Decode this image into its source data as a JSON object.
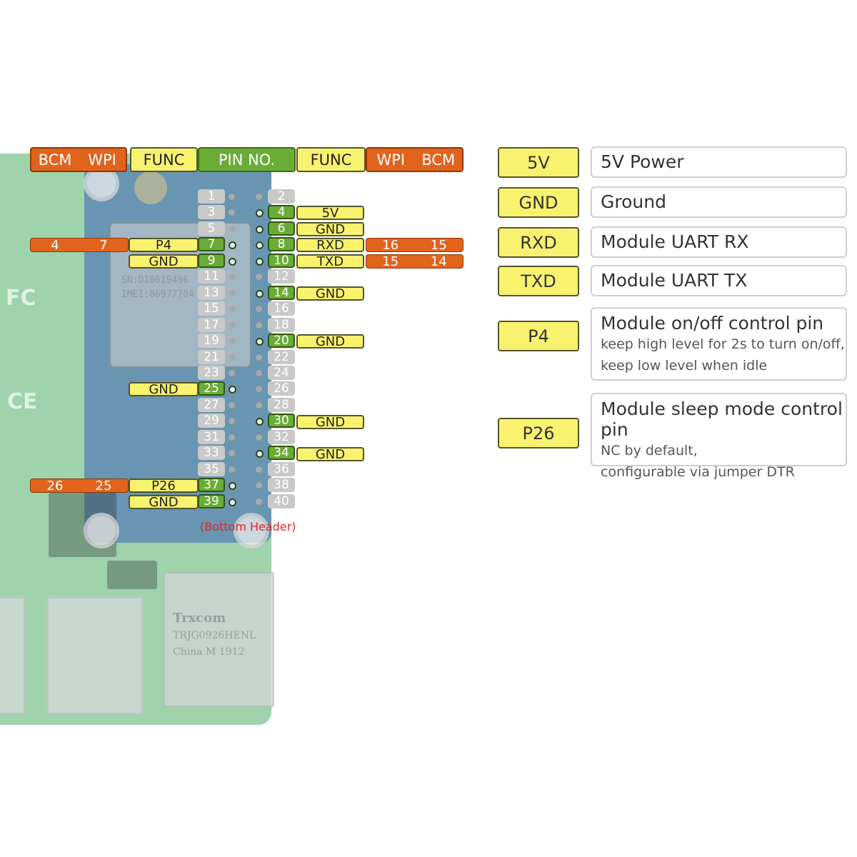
{
  "header": {
    "left_bcm": "BCM",
    "left_wpi": "WPI",
    "left_func": "FUNC",
    "pin_no": "PIN NO.",
    "right_func": "FUNC",
    "right_wpi": "WPI",
    "right_bcm": "BCM"
  },
  "pins_left": [
    "1",
    "3",
    "5",
    "7",
    "9",
    "11",
    "13",
    "15",
    "17",
    "19",
    "21",
    "23",
    "25",
    "27",
    "29",
    "31",
    "33",
    "35",
    "37",
    "39"
  ],
  "pins_right": [
    "2",
    "4",
    "6",
    "8",
    "10",
    "12",
    "14",
    "16",
    "18",
    "20",
    "22",
    "24",
    "26",
    "28",
    "30",
    "32",
    "34",
    "36",
    "38",
    "40"
  ],
  "left_labels": {
    "p4_bcm": "4",
    "p4_wpi": "7",
    "p4_func": "P4",
    "pin9_func": "GND",
    "pin25_func": "GND",
    "p26_bcm": "26",
    "p26_wpi": "25",
    "p26_func": "P26",
    "pin39_func": "GND"
  },
  "right_labels": {
    "pin4_func": "5V",
    "pin6_func": "GND",
    "pin8_func": "RXD",
    "pin8_wpi": "16",
    "pin8_bcm": "15",
    "pin10_func": "TXD",
    "pin10_wpi": "15",
    "pin10_bcm": "14",
    "pin14_func": "GND",
    "pin20_func": "GND",
    "pin30_func": "GND",
    "pin34_func": "GND"
  },
  "board_text": {
    "sn": "SN:D10619496",
    "imei": "IMEI:86977704",
    "eth_brand": "Trxcom",
    "eth_model": "TRJG0926HENL",
    "eth_origin": "China M 1912",
    "bottom_header": "(Bottom Header)"
  },
  "legend": [
    {
      "key": "5V",
      "title": "5V Power"
    },
    {
      "key": "GND",
      "title": "Ground"
    },
    {
      "key": "RXD",
      "title": "Module UART RX"
    },
    {
      "key": "TXD",
      "title": "Module UART TX"
    },
    {
      "key": "P4",
      "title": "Module on/off control pin",
      "line1": "keep high level for 2s to turn on/off,",
      "line2": "keep low level when idle"
    },
    {
      "key": "P26",
      "title": "Module sleep mode control pin",
      "line1": "NC by default,",
      "line2": "configurable via jumper DTR"
    }
  ],
  "colors": {
    "orange": "#e2631c",
    "yellow": "#f9f26e",
    "green": "#6aac35",
    "grey": "#c9c9c9",
    "bottom_header_red": "#e0262b"
  }
}
